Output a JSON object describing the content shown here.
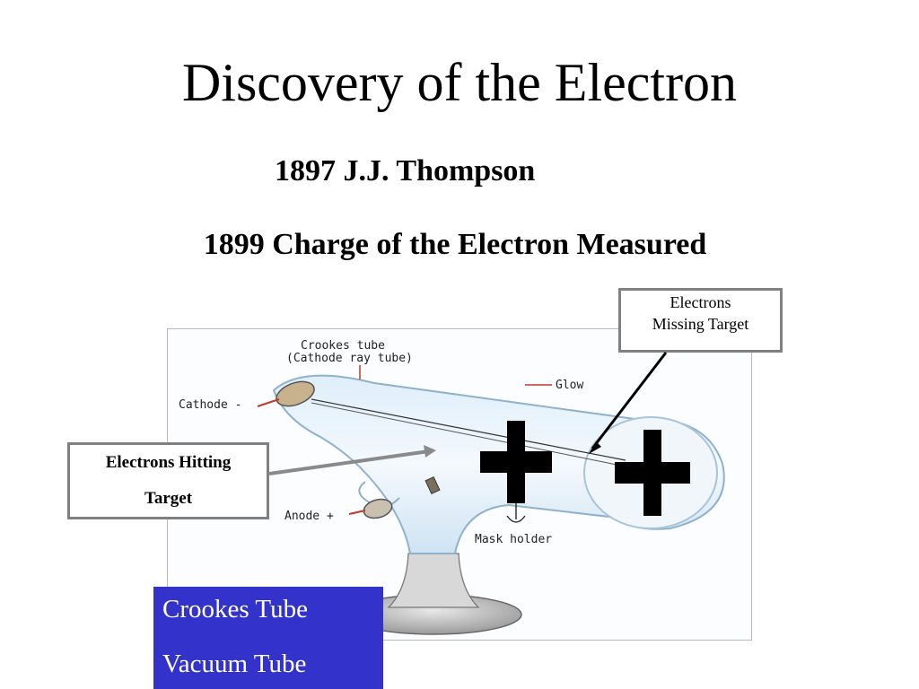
{
  "slide": {
    "title": "Discovery of the Electron",
    "subtitle_1": "1897 J.J. Thompson",
    "subtitle_2": "1899 Charge of the Electron Measured"
  },
  "callouts": {
    "missing_line1": "Electrons",
    "missing_line2": "Missing Target",
    "hitting_line1": "Electrons Hitting",
    "hitting_line2": "Target"
  },
  "diagram": {
    "tube_label_line1": "Crookes tube",
    "tube_label_line2": "(Cathode ray tube)",
    "cathode_label": "Cathode -",
    "anode_label": "Anode +",
    "glow_label": "Glow",
    "mask_label": "Mask holder"
  },
  "blue_box": {
    "line1": "Crookes Tube",
    "line2": "Vacuum Tube",
    "color": "#3333cc"
  }
}
